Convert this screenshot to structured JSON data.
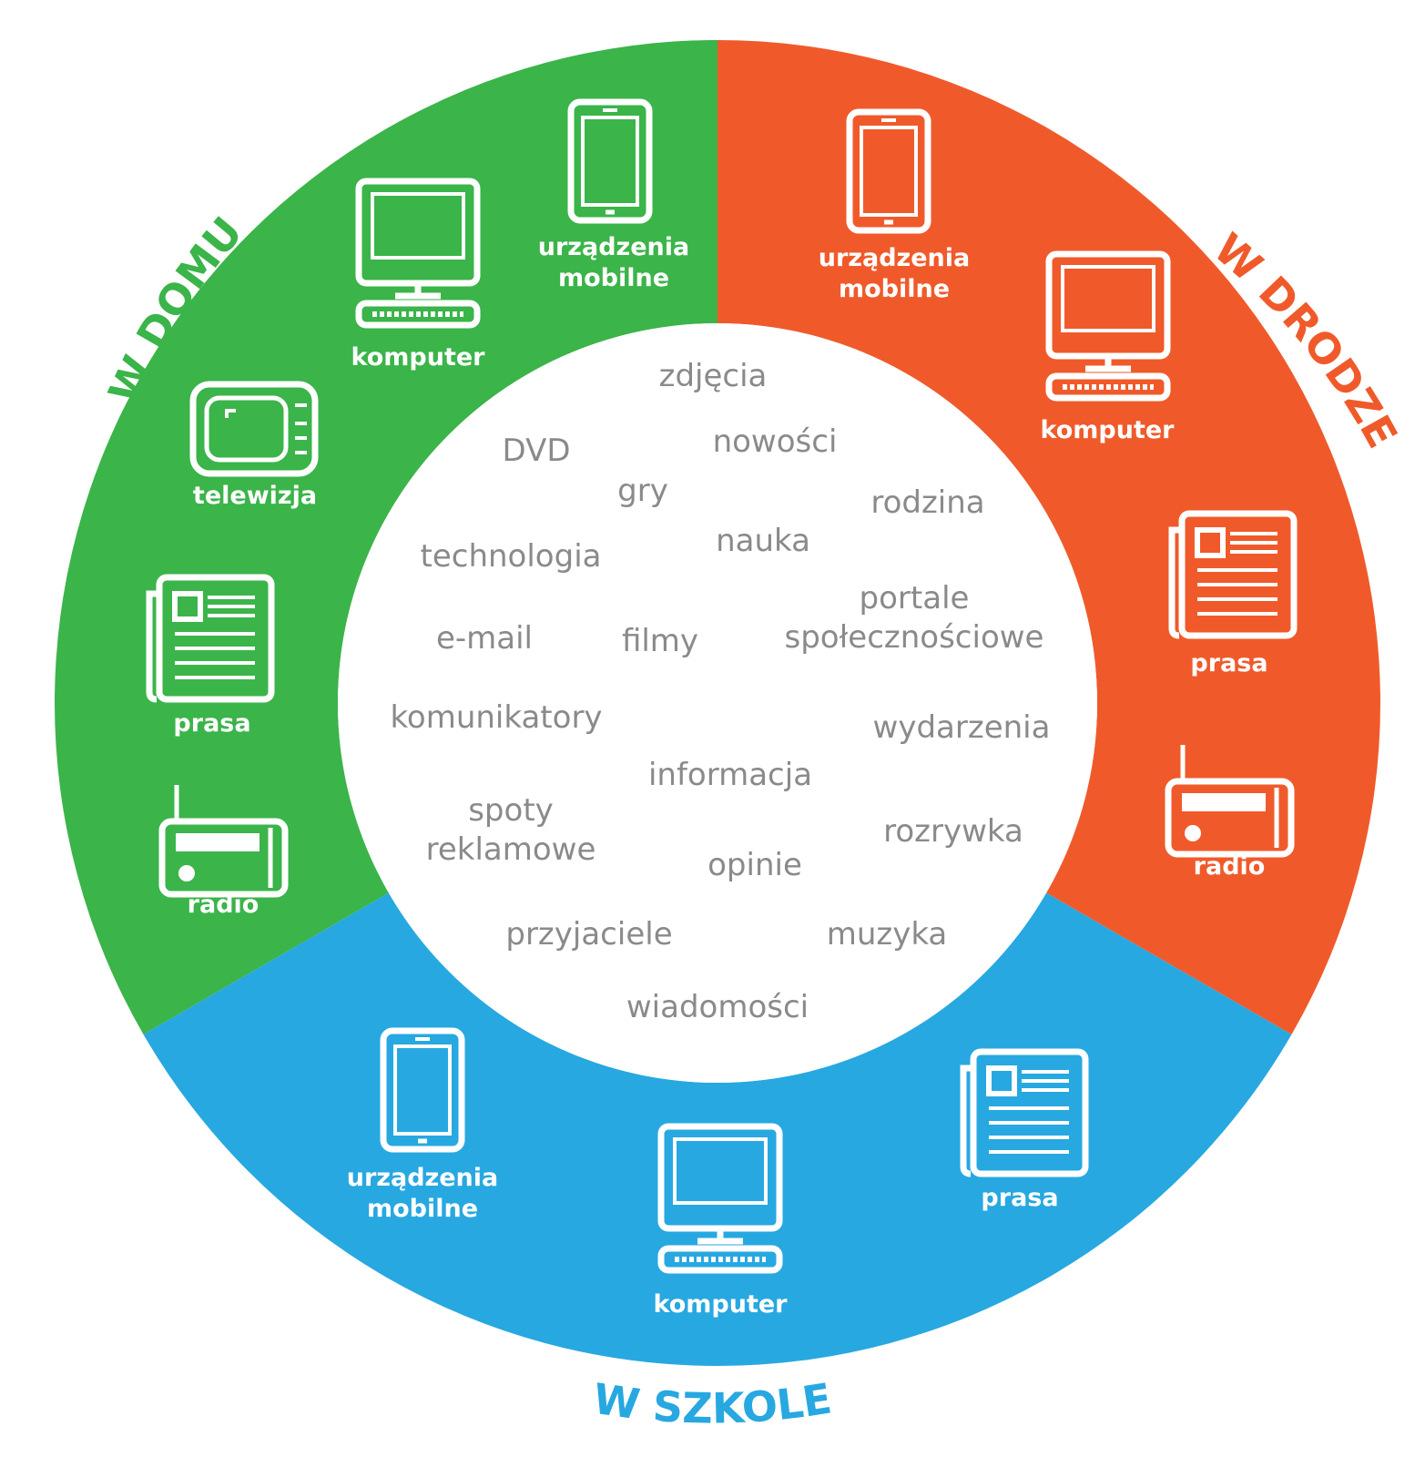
{
  "colors": {
    "green": "#3bb44a",
    "orange": "#f05a2b",
    "blue": "#27a8e1",
    "word_text": "#8a8a8a",
    "background": "#ffffff"
  },
  "sections": {
    "home": {
      "title": "W DOMU",
      "devices": [
        {
          "icon": "tablet-icon",
          "label_lines": [
            "urządzenia",
            "mobilne"
          ]
        },
        {
          "icon": "computer-icon",
          "label_lines": [
            "komputer"
          ]
        },
        {
          "icon": "tv-icon",
          "label_lines": [
            "telewizja"
          ]
        },
        {
          "icon": "newspaper-icon",
          "label_lines": [
            "prasa"
          ]
        },
        {
          "icon": "radio-icon",
          "label_lines": [
            "radio"
          ]
        }
      ]
    },
    "road": {
      "title": "W DRODZE",
      "devices": [
        {
          "icon": "tablet-icon",
          "label_lines": [
            "urządzenia",
            "mobilne"
          ]
        },
        {
          "icon": "computer-icon",
          "label_lines": [
            "komputer"
          ]
        },
        {
          "icon": "newspaper-icon",
          "label_lines": [
            "prasa"
          ]
        },
        {
          "icon": "radio-icon",
          "label_lines": [
            "radio"
          ]
        }
      ]
    },
    "school": {
      "title": "W SZKOLE",
      "devices": [
        {
          "icon": "tablet-icon",
          "label_lines": [
            "urządzenia",
            "mobilne"
          ]
        },
        {
          "icon": "computer-icon",
          "label_lines": [
            "komputer"
          ]
        },
        {
          "icon": "newspaper-icon",
          "label_lines": [
            "prasa"
          ]
        }
      ]
    }
  },
  "words": [
    {
      "lines": [
        "zdjęcia"
      ]
    },
    {
      "lines": [
        "DVD"
      ]
    },
    {
      "lines": [
        "nowości"
      ]
    },
    {
      "lines": [
        "gry"
      ]
    },
    {
      "lines": [
        "rodzina"
      ]
    },
    {
      "lines": [
        "technologia"
      ]
    },
    {
      "lines": [
        "nauka"
      ]
    },
    {
      "lines": [
        "portale",
        "społecznościowe"
      ]
    },
    {
      "lines": [
        "e-mail"
      ]
    },
    {
      "lines": [
        "filmy"
      ]
    },
    {
      "lines": [
        "komunikatory"
      ]
    },
    {
      "lines": [
        "wydarzenia"
      ]
    },
    {
      "lines": [
        "informacja"
      ]
    },
    {
      "lines": [
        "spoty",
        "reklamowe"
      ]
    },
    {
      "lines": [
        "rozrywka"
      ]
    },
    {
      "lines": [
        "opinie"
      ]
    },
    {
      "lines": [
        "przyjaciele"
      ]
    },
    {
      "lines": [
        "muzyka"
      ]
    },
    {
      "lines": [
        "wiadomości"
      ]
    }
  ]
}
